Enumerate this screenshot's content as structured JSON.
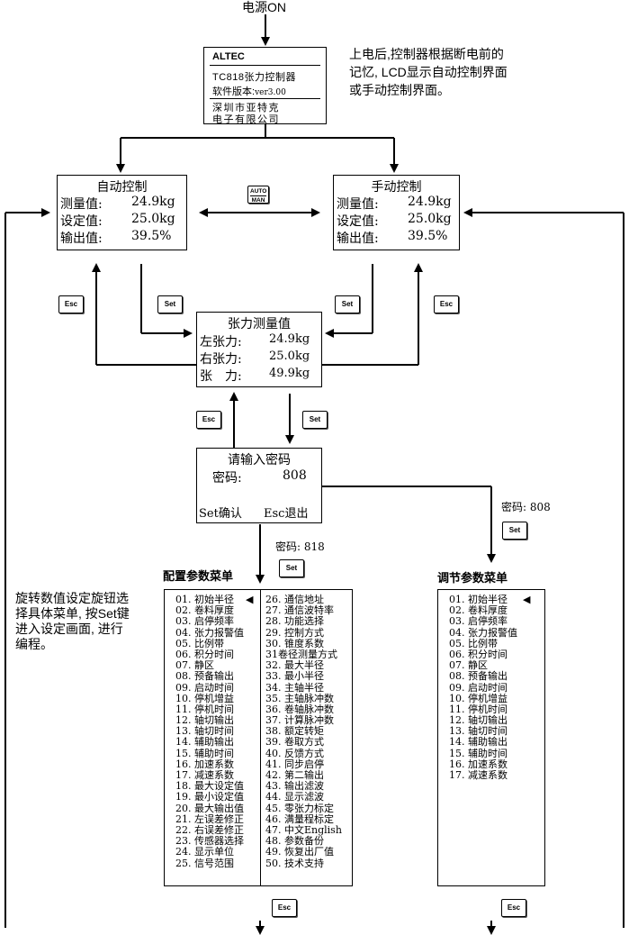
{
  "top_label": "电源ON",
  "startup_box": {
    "brand": "ALTEC",
    "model": "TC818张力控制器",
    "version_label": "软件版本:",
    "version_value": "ver3.00",
    "company_line1": "深圳市亚特克",
    "company_line2": "电子有限公司"
  },
  "startup_note": [
    "上电后,控制器根据断电前的",
    "记忆, LCD显示自动控制界面",
    "或手动控制界面。"
  ],
  "auto_box": {
    "title": "自动控制",
    "rows": [
      {
        "label": "测量值:",
        "value": "24.9kg"
      },
      {
        "label": "设定值:",
        "value": "25.0kg"
      },
      {
        "label": "输出值:",
        "value": "39.5%"
      }
    ]
  },
  "manual_box": {
    "title": "手动控制",
    "rows": [
      {
        "label": "测量值:",
        "value": "24.9kg"
      },
      {
        "label": "设定值:",
        "value": "25.0kg"
      },
      {
        "label": "输出值:",
        "value": "39.5%"
      }
    ]
  },
  "auto_man_key": {
    "line1": "AUTO",
    "line2": "MAN"
  },
  "tension_box": {
    "title": "张力测量值",
    "rows": [
      {
        "label": "左张力:",
        "value": "24.9kg"
      },
      {
        "label": "右张力:",
        "value": "25.0kg"
      },
      {
        "label": "张　力:",
        "value": "49.9kg"
      }
    ]
  },
  "password_box": {
    "title": "请输入密码",
    "label": "密码:",
    "value": "808",
    "confirm": "Set确认",
    "exit": "Esc退出"
  },
  "keys": {
    "esc": "Esc",
    "set": "Set"
  },
  "password_config": "密码: 818",
  "password_adjust": "密码: 808",
  "config_menu_title": "配置参数菜单",
  "adjust_menu_title": "调节参数菜单",
  "side_note": [
    "旋转数值设定旋钮选",
    "择具体菜单, 按Set键",
    "进入设定画面, 进行",
    "编程。"
  ],
  "config_menu_left": [
    "01. 初始半径",
    "02. 卷料厚度",
    "03. 启停频率",
    "04. 张力报警值",
    "05. 比例带",
    "06. 积分时间",
    "07. 静区",
    "08. 预备输出",
    "09. 启动时间",
    "10. 停机增益",
    "11. 停机时间",
    "12. 轴切输出",
    "13. 轴切时间",
    "14. 辅助输出",
    "15. 辅助时间",
    "16. 加速系数",
    "17. 减速系数",
    "18. 最大设定值",
    "19. 最小设定值",
    "20. 最大输出值",
    "21. 左误差修正",
    "22. 右误差修正",
    "23. 传感器选择",
    "24. 显示单位",
    "25. 信号范围"
  ],
  "config_menu_right": [
    "26. 通信地址",
    "27. 通信波特率",
    "28. 功能选择",
    "29. 控制方式",
    "30. 锥度系数",
    "31卷径测量方式",
    "32. 最大半径",
    "33. 最小半径",
    "34. 主轴半径",
    "35. 主轴脉冲数",
    "36. 卷轴脉冲数",
    "37. 计算脉冲数",
    "38. 额定转矩",
    "39. 卷取方式",
    "40. 反馈方式",
    "41. 同步启停",
    "42. 第二输出",
    "43. 输出滤波",
    "44. 显示滤波",
    "45. 零张力标定",
    "46. 满量程标定",
    "47. 中文English",
    "48. 参数备份",
    "49. 恢复出厂值",
    "50. 技术支持"
  ],
  "adjust_menu": [
    "01. 初始半径",
    "02. 卷料厚度",
    "03. 启停频率",
    "04. 张力报警值",
    "05. 比例带",
    "06. 积分时间",
    "07. 静区",
    "08. 预备输出",
    "09. 启动时间",
    "10. 停机增益",
    "11. 停机时间",
    "12. 轴切输出",
    "13. 轴切时间",
    "14. 辅助输出",
    "15. 辅助时间",
    "16. 加速系数",
    "17. 减速系数"
  ],
  "cursor_symbol": "◀"
}
